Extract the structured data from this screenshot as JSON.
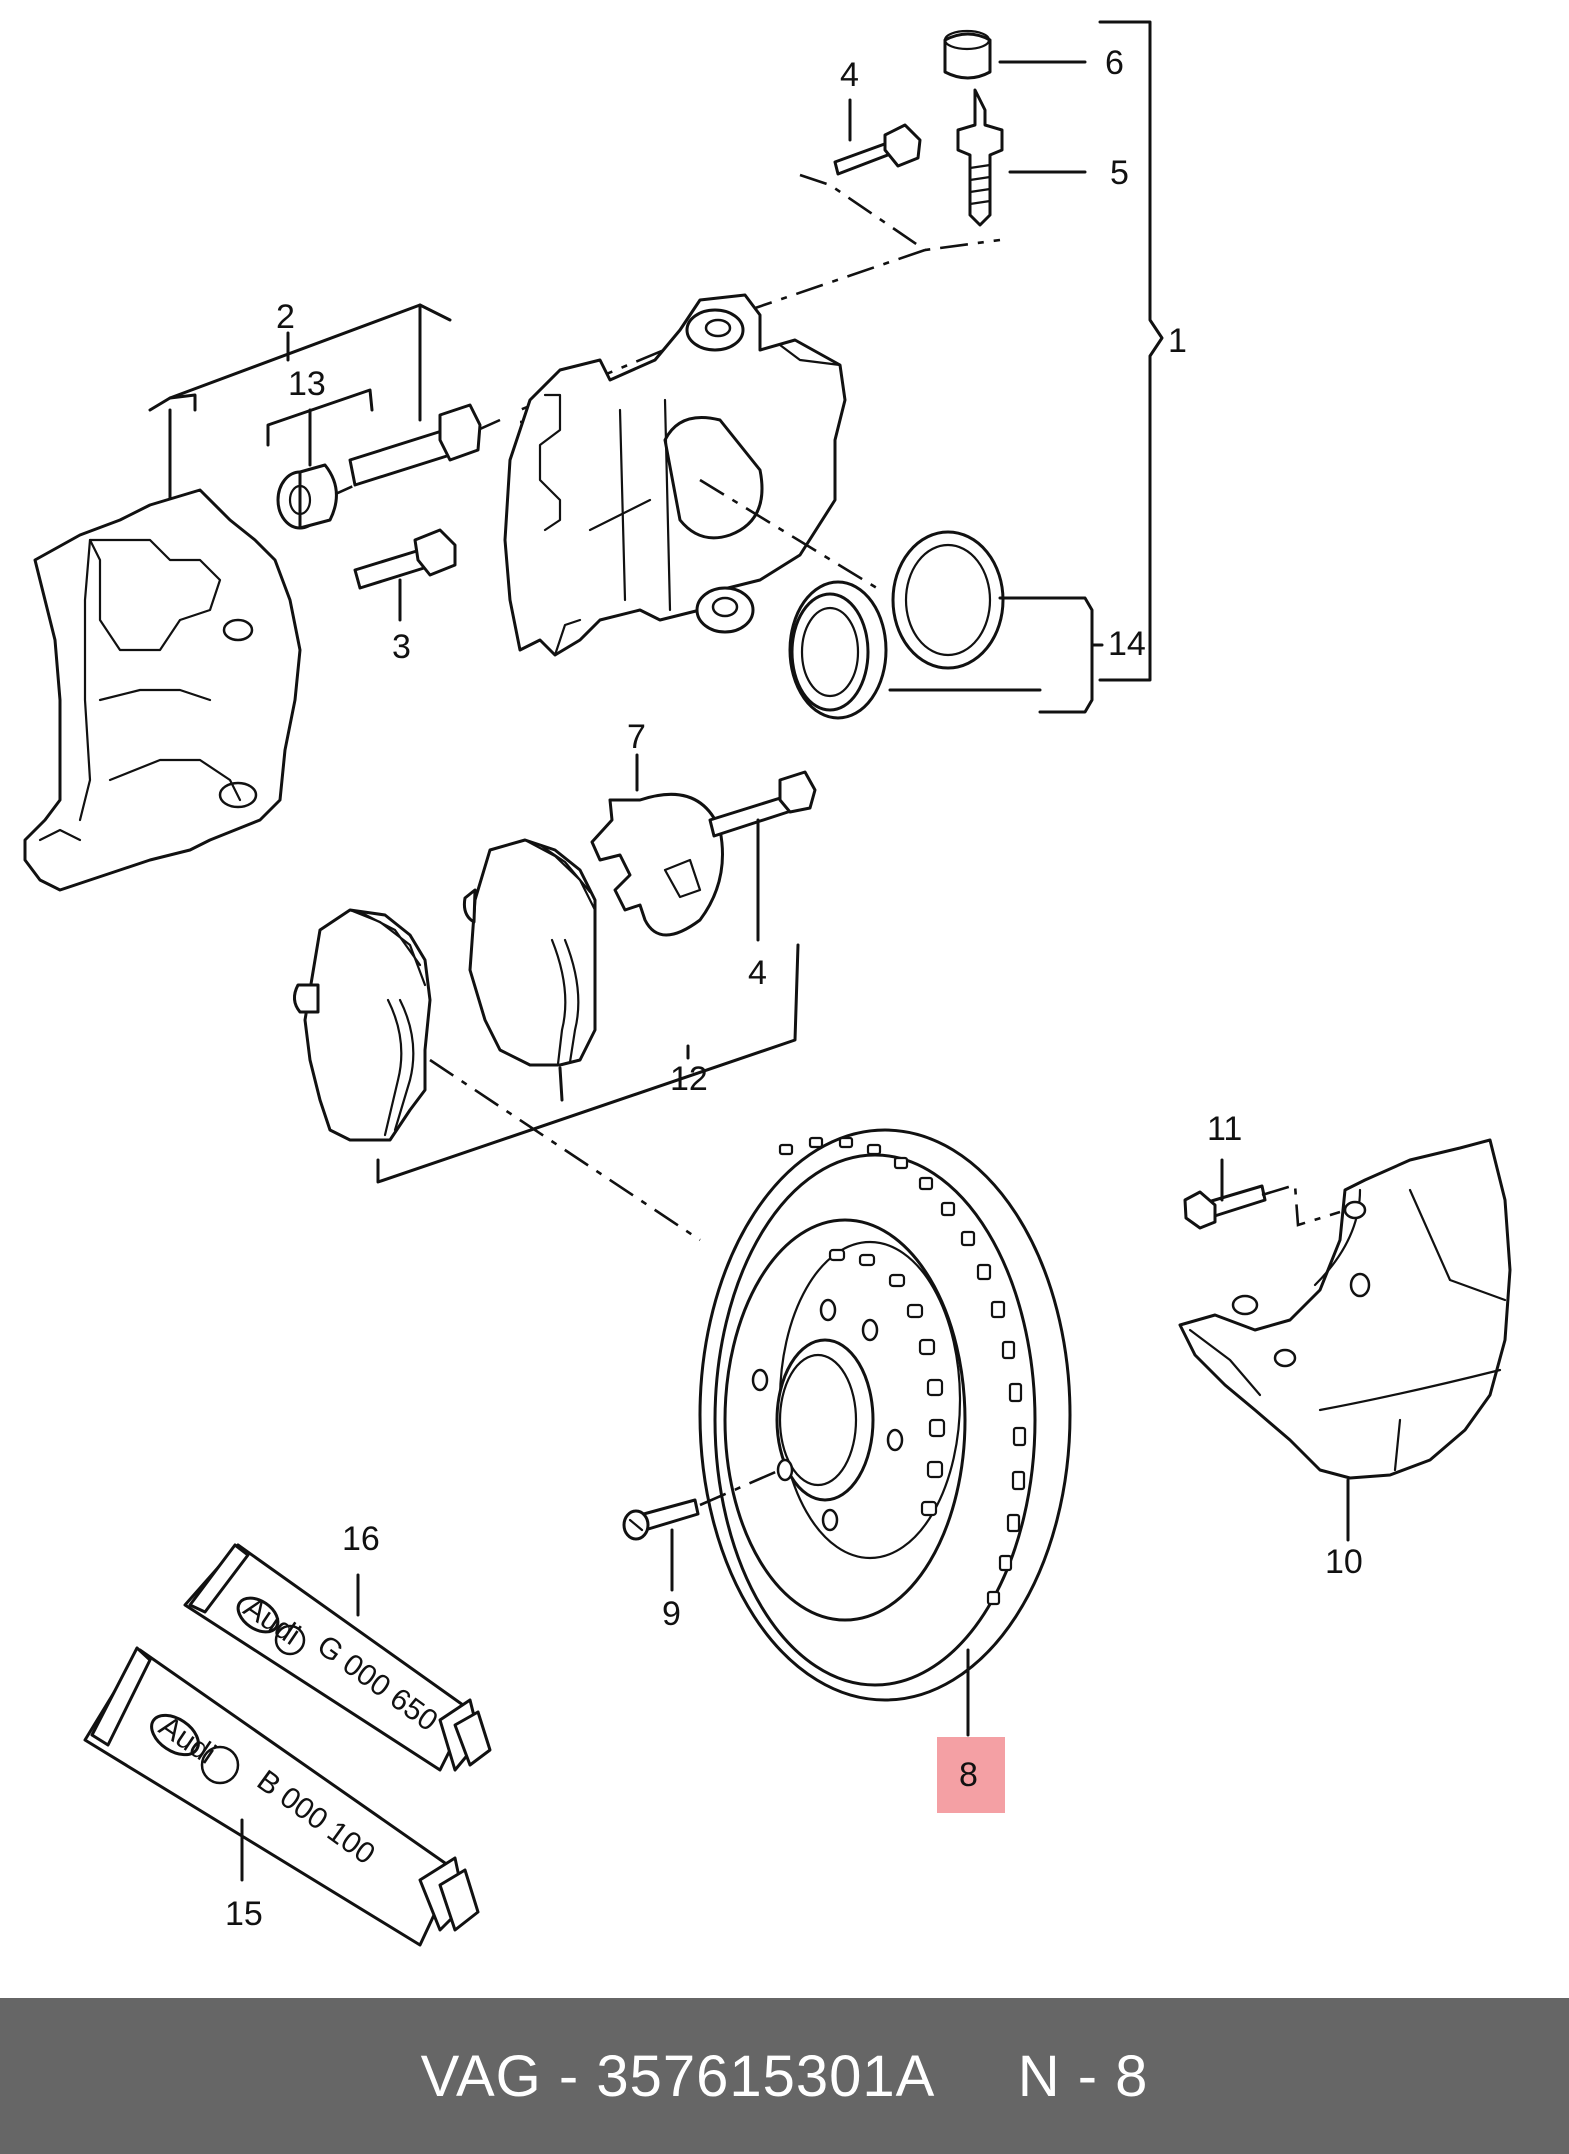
{
  "callouts": {
    "c1": "1",
    "c2": "2",
    "c3": "3",
    "c4a": "4",
    "c4b": "4",
    "c5": "5",
    "c6": "6",
    "c7": "7",
    "c8": "8",
    "c9": "9",
    "c10": "10",
    "c11": "11",
    "c12": "12",
    "c13": "13",
    "c14": "14",
    "c15": "15",
    "c16": "16"
  },
  "tubes": {
    "upper_code": "G 000 650",
    "lower_code": "B 000 100",
    "logo_text": "Audi"
  },
  "highlight": {
    "part": "8",
    "color": "#f4a0a4"
  },
  "footer": {
    "text": "VAG - 357615301A     N - 8",
    "background": "#666666"
  }
}
